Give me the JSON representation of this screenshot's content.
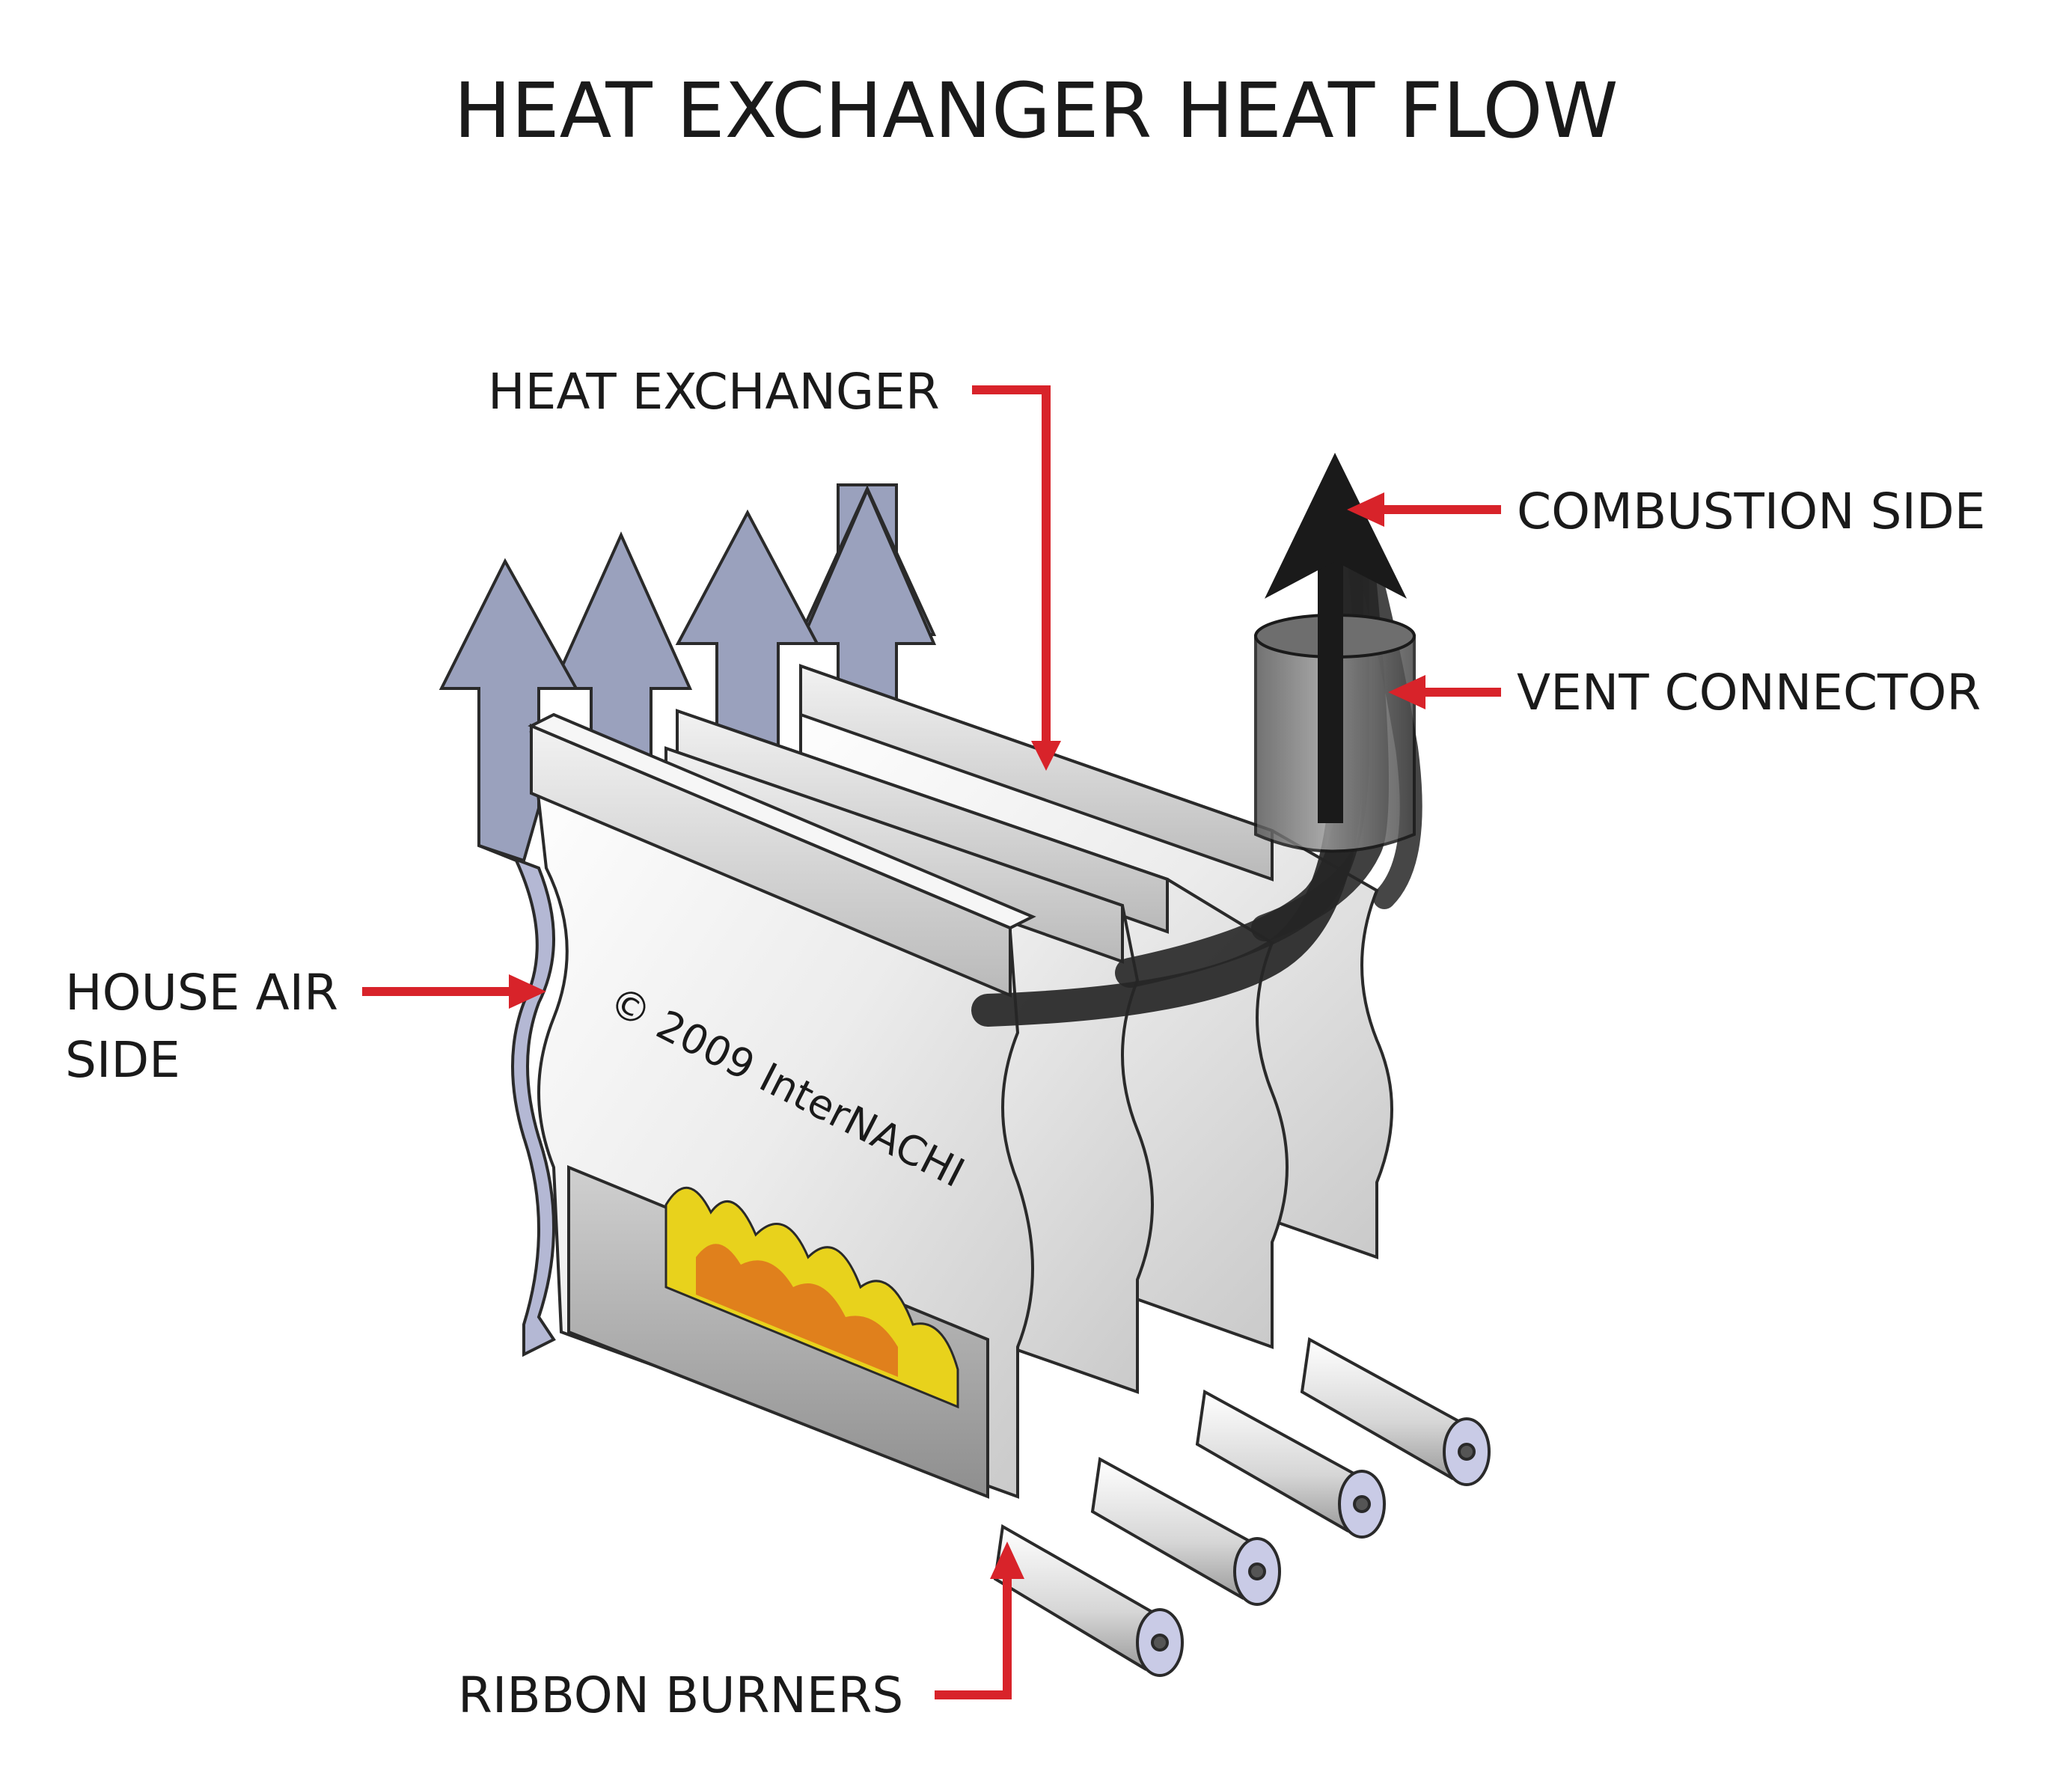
{
  "title": "HEAT EXCHANGER HEAT FLOW",
  "labels": {
    "heat_exchanger": "HEAT EXCHANGER",
    "combustion_side": "COMBUSTION SIDE",
    "vent_connector": "VENT CONNECTOR",
    "house_air_line1": "HOUSE AIR",
    "house_air_line2": "SIDE",
    "ribbon_burners": "RIBBON BURNERS"
  },
  "watermark": "© 2009 InterNACHI",
  "colors": {
    "callout": "#d8232a",
    "house_air_arrow": "#9aa1bd",
    "flue_gas": "#2a2a2a",
    "panel": "#efefef",
    "flame_yellow": "#e8d21c",
    "flame_orange": "#e0801c"
  }
}
